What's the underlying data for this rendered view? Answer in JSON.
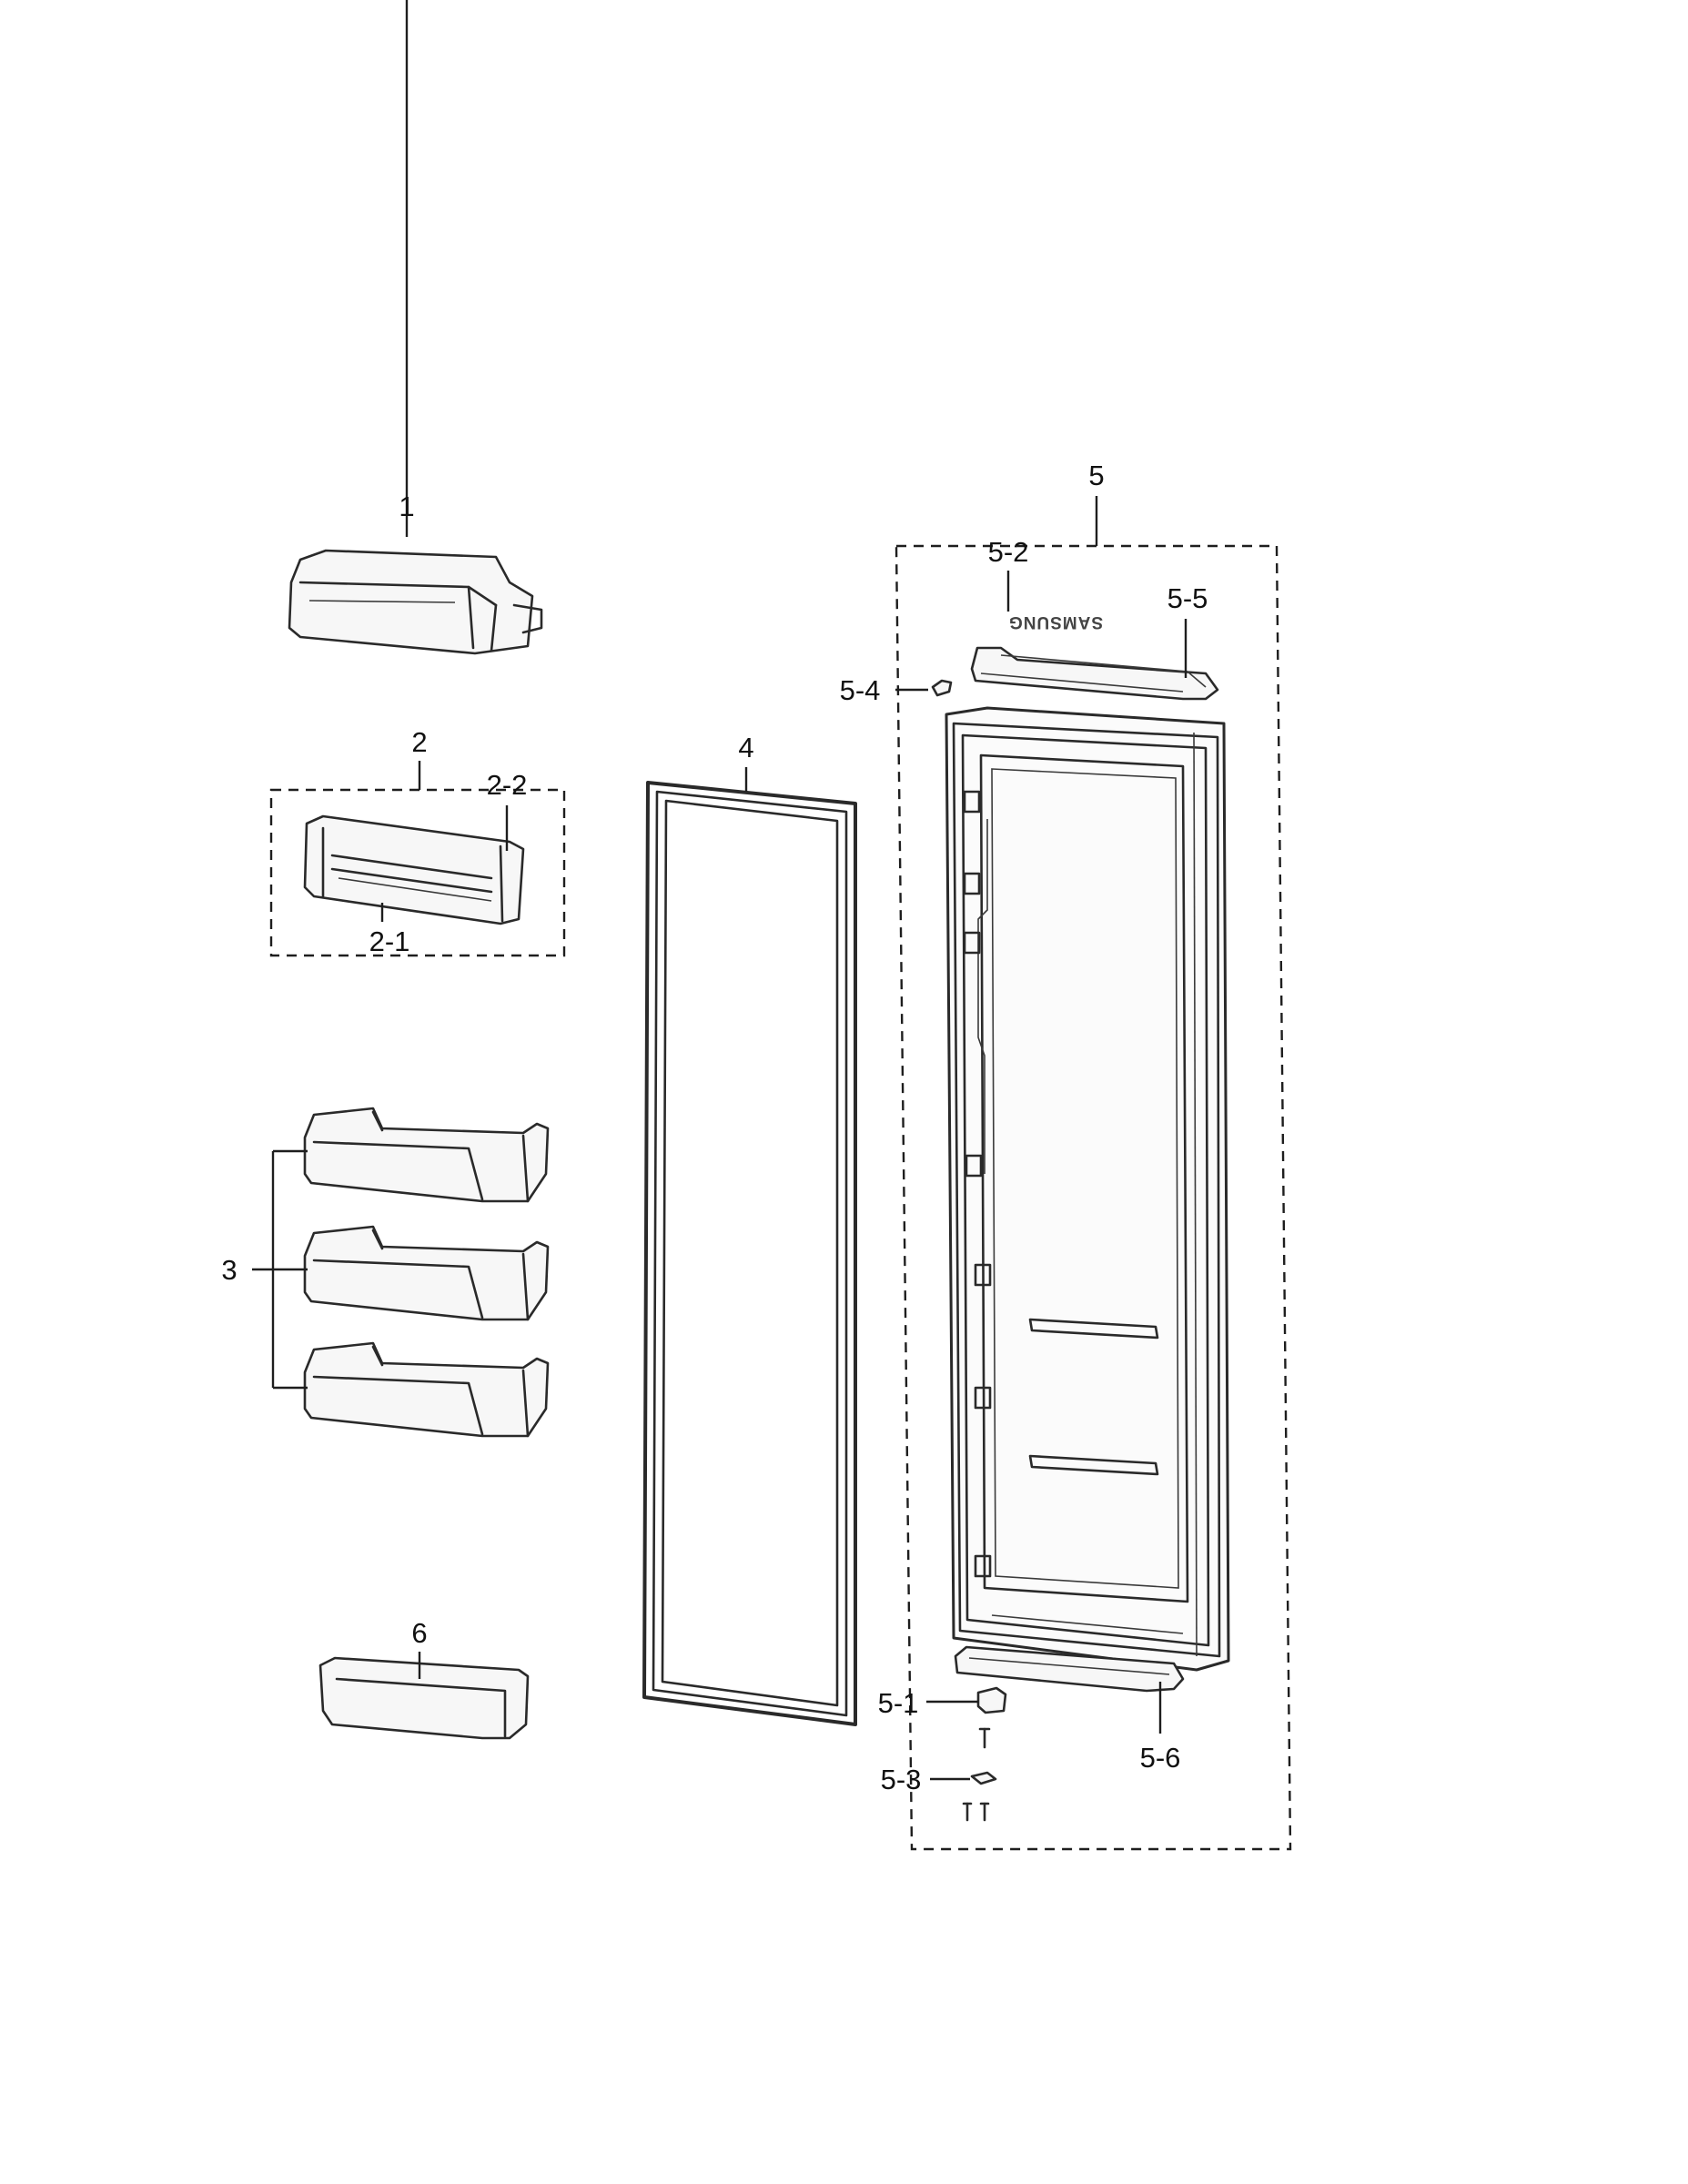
{
  "callouts": {
    "p1": "1",
    "p2": "2",
    "p2_1": "2-1",
    "p2_2": "2-2",
    "p3": "3",
    "p4": "4",
    "p5": "5",
    "p5_1": "5-1",
    "p5_2": "5-2",
    "p5_3": "5-3",
    "p5_4": "5-4",
    "p5_5": "5-5",
    "p5_6": "5-6",
    "p6": "6"
  },
  "door_brand": "SAMSUNG",
  "colors": {
    "line": "#2a2a2a",
    "paper": "#ffffff"
  }
}
